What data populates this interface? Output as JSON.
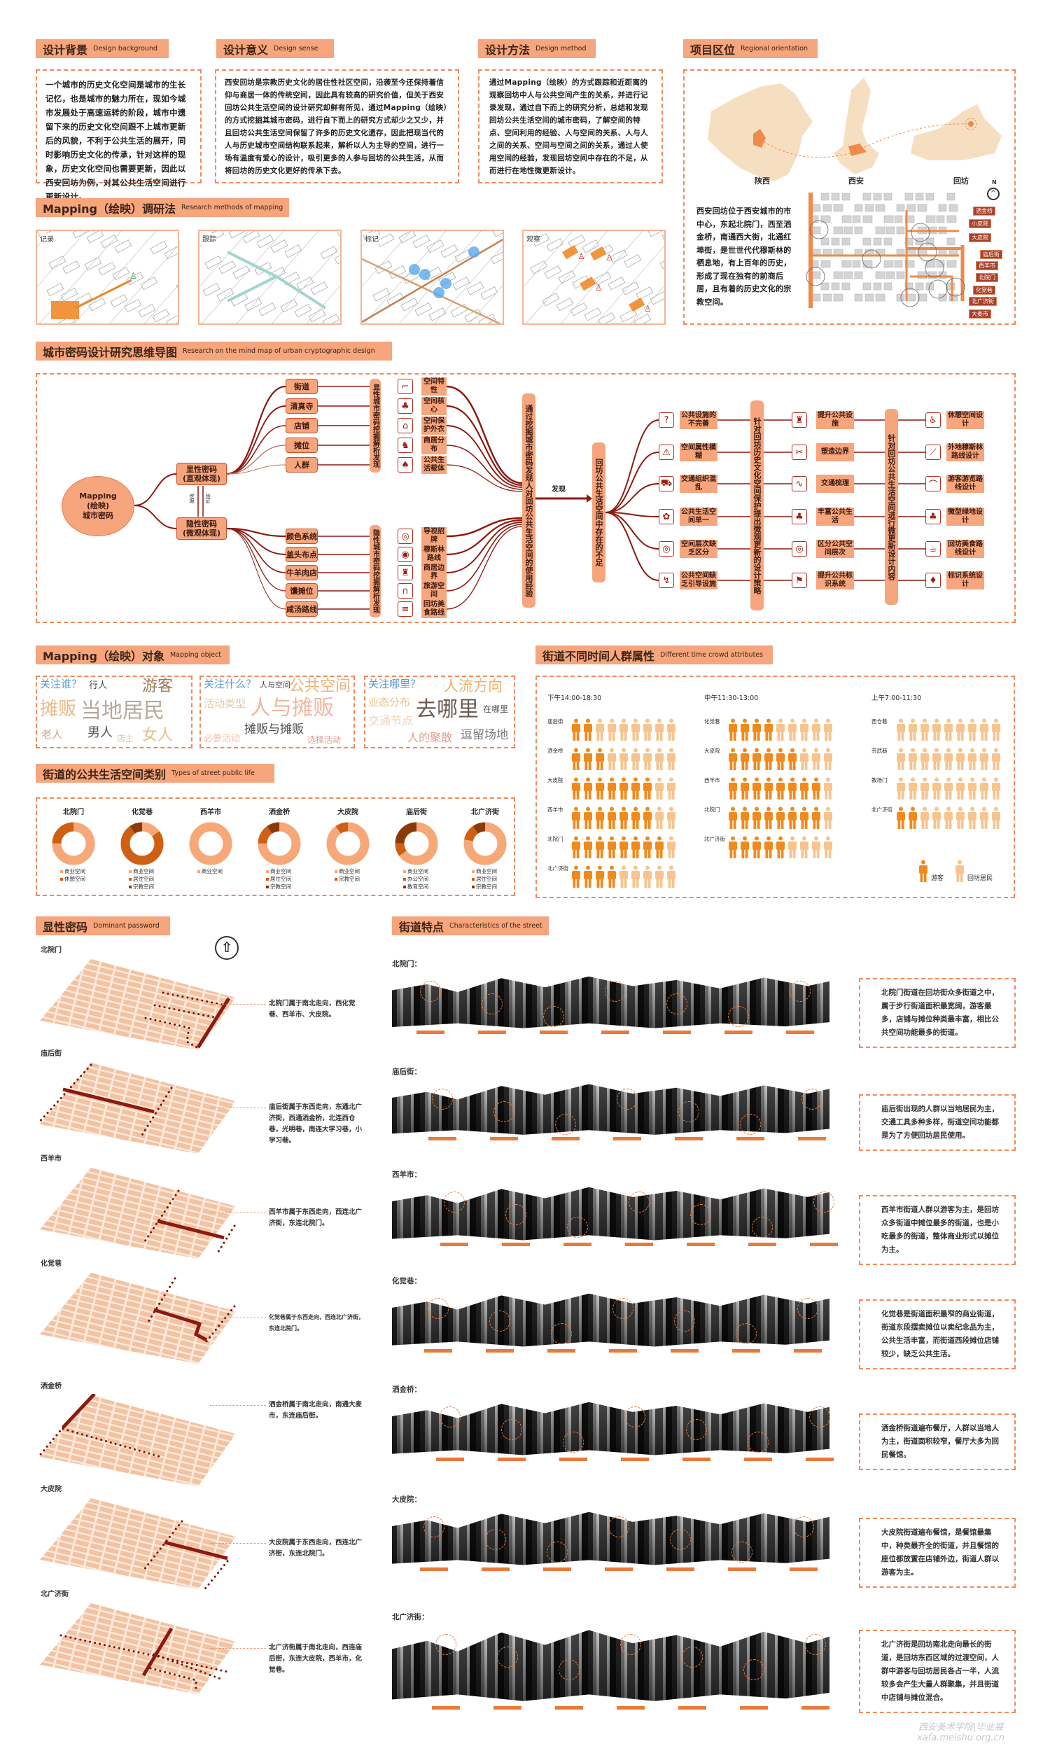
{
  "sections": {
    "background": {
      "title_cn": "设计背景",
      "title_en": "Design background",
      "text": "一个城市的历史文化空间是城市的生长记忆，也是城市的魅力所在，现如今城市发展处于高速运转的阶段，城市中遗留下来的历史文化空间跟不上城市更新后的风貌，不利于公共生活的展开，同时影响历史文化的传承，针对这样的现象，历史文化空间也需要更新，因此以西安回坊为例，对其公共生活空间进行更新设计。"
    },
    "sense": {
      "title_cn": "设计意义",
      "title_en": "Design sense",
      "text": "西安回坊是宗教历史文化的居住性社区空间，沿袭至今还保持着信仰与商居一体的传统空间，因此具有较高的研究价值，但关于西安回坊公共生活空间的设计研究却鲜有所见，通过Mapping（绘映）的方式挖掘其城市密码，进行自下而上的研究方式却少之又少，并且回坊公共生活空间保留了许多的历史文化遗存，因此把现当代的人与历史城市空间结构联系起来，解析以人为主导的空间，进行一场有温度有爱心的设计，吸引更多的人参与回坊的公共生活，从而将回坊的历史文化更好的传承下去。"
    },
    "method": {
      "title_cn": "设计方法",
      "title_en": "Design method",
      "text": "通过Mapping（绘映）的方式跟踪和近距离的观察回坊中人与公共空间产生的关系，并进行记录发现，通过自下而上的研究分析，总结和发现回坊公共生活空间的城市密码，了解空间的特点、空间利用的经验、人与空间的关系、人与人之间的关系、空间与空间之间的关系，通过人使用空间的经验，发现回坊空间中存在的不足，从而进行在地性微更新设计。"
    },
    "region": {
      "title_cn": "项目区位",
      "title_en": "Regional orientation",
      "map_labels": [
        "陕西",
        "西安",
        "回坊"
      ],
      "north": "N",
      "text": "西安回坊位于西安城市的市中心，东起北院门，西至洒金桥，南通西大街，北通红埠街，是世世代代穆斯林的栖息地，有上百年的历史，形成了现在独有的前商后居，且有着的历史文化的宗教空间。",
      "street_tags": [
        "洒金桥",
        "小皮院",
        "大皮院",
        "庙后街",
        "西羊市",
        "北院门",
        "化觉巷",
        "北广济街",
        "大麦市"
      ]
    },
    "mapping_method": {
      "title_cn": "Mapping（绘映）调研法",
      "title_en": "Research methods of mapping",
      "panels": [
        "记录",
        "跟踪",
        "标记",
        "观察"
      ]
    }
  },
  "mindmap": {
    "title_cn": "城市密码设计研究思维导图",
    "title_en": "Research on the mind map of urban cryptographic design",
    "root": [
      "Mapping",
      "(绘映)",
      "城市密码"
    ],
    "explicit": [
      "显性密码",
      "(直观体现)"
    ],
    "implicit": [
      "隐性密码",
      "(微观体现)"
    ],
    "link_labels": [
      "挖掘",
      "验证"
    ],
    "upper_nodes": [
      "街道",
      "清真寺",
      "店铺",
      "摊位",
      "人群"
    ],
    "upper_bar": "显性城市密码挖掘解析发现",
    "upper_labels": [
      "空间特性",
      "空间核心",
      "空间保护外衣",
      "商居分布",
      "公共生活载体"
    ],
    "lower_nodes": [
      "颜色系统",
      "盖头布点",
      "牛羊肉店",
      "馕摊位",
      "咸汤路线"
    ],
    "lower_bar": "隐性城市密码挖掘解析发现",
    "lower_labels": [
      "导视招牌",
      "穆斯林路线",
      "商居边界",
      "旅游空间",
      "回坊美食路线"
    ],
    "experience_bar": "通过挖掘城市密码发现人对回坊公共生活空间的使用经验",
    "arrow_label": "发现",
    "problem_bar": "回坊公共生活空间中存在的不足",
    "problems": [
      "公共设施的不完善",
      "空间属性模糊",
      "交通组织混乱",
      "公共生活空间单一",
      "空间层次缺乏区分",
      "公共空间缺乏引导设施"
    ],
    "strategy_bar": "针对回坊历史文化空间保护提出微观更新的设计策略",
    "strategies": [
      "提升公共设施",
      "塑造边界",
      "交通梳理",
      "丰富公共生活",
      "区分公共空间层次",
      "提升公共标识系统"
    ],
    "content_bar": "针对回坊公共生活空间进行微更新设计内容",
    "contents": [
      "休憩空间设计",
      "外地穆斯林路线设计",
      "游客游览路线设计",
      "微型绿地设计",
      "回坊美食路线设计",
      "标识系统设计"
    ]
  },
  "mapping_object": {
    "title_cn": "Mapping（绘映）对象",
    "title_en": "Mapping object",
    "clouds": [
      {
        "words": [
          "关注谁？",
          "行人",
          "游客",
          "摊贩",
          "当地居民",
          "男人",
          "老人",
          "店主",
          "女人"
        ]
      },
      {
        "words": [
          "关注什么？",
          "人与空间",
          "公共空间",
          "活动类型",
          "人与摊贩",
          "摊贩与摊贩",
          "必要活动",
          "选择活动"
        ]
      },
      {
        "words": [
          "关注哪里？",
          "人流方向",
          "业态分布",
          "去哪里",
          "在哪里",
          "交通节点",
          "人的聚散",
          "逗留场地"
        ]
      }
    ]
  },
  "street_types": {
    "title_cn": "街道的公共生活空间类别",
    "title_en": "Types of street public life",
    "colors": [
      "#f6a878",
      "#cf5f12",
      "#8a3a08"
    ],
    "streets": [
      {
        "name": "北院门",
        "segments": [
          {
            "label": "商业空间",
            "value": 75
          },
          {
            "label": "休憩空间",
            "value": 25
          }
        ]
      },
      {
        "name": "化觉巷",
        "segments": [
          {
            "label": "商业空间",
            "value": 15
          },
          {
            "label": "居住空间",
            "value": 75
          },
          {
            "label": "宗教空间",
            "value": 10
          }
        ]
      },
      {
        "name": "西羊市",
        "segments": [
          {
            "label": "商业空间",
            "value": 100
          }
        ]
      },
      {
        "name": "洒金桥",
        "segments": [
          {
            "label": "商业空间",
            "value": 75
          },
          {
            "label": "居住空间",
            "value": 15
          },
          {
            "label": "宗教空间",
            "value": 10
          }
        ]
      },
      {
        "name": "大皮院",
        "segments": [
          {
            "label": "商业空间",
            "value": 90
          },
          {
            "label": "宗教空间",
            "value": 10
          }
        ]
      },
      {
        "name": "庙后街",
        "segments": [
          {
            "label": "商业空间",
            "value": 65
          },
          {
            "label": "办公空间",
            "value": 10
          },
          {
            "label": "教育空间",
            "value": 25
          }
        ]
      },
      {
        "name": "北广济街",
        "segments": [
          {
            "label": "商业空间",
            "value": 78
          },
          {
            "label": "居住空间",
            "value": 12
          },
          {
            "label": "宗教空间",
            "value": 10
          }
        ]
      }
    ]
  },
  "crowd": {
    "title_cn": "街道不同时间人群属性",
    "title_en": "Different time crowd attributes",
    "total_per_row": 9,
    "colors": {
      "tourist": "#f08a1c",
      "resident": "#f7c48e"
    },
    "legend": {
      "tourist": "游客",
      "resident": "回坊居民"
    },
    "periods": [
      {
        "time": "下午14:00-18:30",
        "rows": [
          {
            "street": "庙后街",
            "tourists": 2
          },
          {
            "street": "洒金桥",
            "tourists": 3
          },
          {
            "street": "大皮院",
            "tourists": 7
          },
          {
            "street": "西羊市",
            "tourists": 7
          },
          {
            "street": "北院门",
            "tourists": 8
          },
          {
            "street": "北广济街",
            "tourists": 4
          }
        ]
      },
      {
        "time": "中午11:30-13:00",
        "rows": [
          {
            "street": "化觉巷",
            "tourists": 4
          },
          {
            "street": "大皮院",
            "tourists": 6
          },
          {
            "street": "西羊市",
            "tourists": 8
          },
          {
            "street": "北院门",
            "tourists": 8
          },
          {
            "street": "北广济街",
            "tourists": 5
          }
        ]
      },
      {
        "time": "上午7:00-11:30",
        "rows": [
          {
            "street": "西仓巷",
            "tourists": 0
          },
          {
            "street": "劳武巷",
            "tourists": 0
          },
          {
            "street": "教场门",
            "tourists": 0
          },
          {
            "street": "北广济街",
            "tourists": 2
          }
        ]
      }
    ]
  },
  "dominant": {
    "title_cn": "显性密码",
    "title_en": "Dominant password",
    "streets": [
      {
        "name": "北院门",
        "text": "北院门属于南北走向，西化觉巷、西羊市、大皮院。"
      },
      {
        "name": "庙后街",
        "text": "庙后街属于东西走向，东通北广济街，西通洒金桥，北连西仓巷，光明巷，南连大学习巷，小学习巷。"
      },
      {
        "name": "西羊市",
        "text": "西羊市属于东西走向，西连北广济街，东连北院门。"
      },
      {
        "name": "化觉巷",
        "text": "化觉巷属于东西走向，西连北广济街，东连北院门。"
      },
      {
        "name": "洒金桥",
        "text": "洒金桥属于南北走向，南通大麦市，东连庙后街。"
      },
      {
        "name": "大皮院",
        "text": "大皮院属于东西走向，西连北广济街，东连北院门。"
      },
      {
        "name": "北广济街",
        "text": "北广济街属于南北走向，西连庙后街，东连大皮院，西羊市，化觉巷。"
      }
    ]
  },
  "street_features": {
    "title_cn": "街道特点",
    "title_en": "Characteristics of the street",
    "streets": [
      {
        "name": "北院门：",
        "text": "北院门街道在回坊街众多街道之中，属于步行街道面积最宽阔，游客最多，店铺与摊位种类最丰富，相比公共空间功能最多的街道。"
      },
      {
        "name": "庙后街：",
        "text": "庙后街出现的人群以当地居民为主，交通工具多种多样，街道空间功能都是为了方便回坊居民使用。"
      },
      {
        "name": "西羊市：",
        "text": "西羊市街道人群以游客为主，是回坊众多街道中摊位最多的街道，也是小吃最多的街道，整体商业形式以摊位为主。"
      },
      {
        "name": "化觉巷：",
        "text": "化觉巷是街道面积最窄的商业街道，街道东段摆卖摊位以卖纪念品为主，公共生活丰富，而街道西段摊位店铺较少，缺乏公共生活。"
      },
      {
        "name": "洒金桥：",
        "text": "洒金桥街道遍布餐厅，人群以当地人为主，街道面积较窄，餐厅大多为回民餐馆。"
      },
      {
        "name": "大皮院：",
        "text": "大皮院街道遍布餐馆，是餐馆最集中，种类最齐全的街道，并且餐馆的座位都放置在店铺外边，街道人群以游客为主。"
      },
      {
        "name": "北广济街：",
        "text": "北广济街是回坊南北走向最长的街道，是回坊东西区域的过渡空间，人群中游客与回坊居民各占一半，人流较多会产生大量人群聚集，并且街道中店铺与摊位混合。"
      }
    ]
  },
  "watermark": [
    "西安美术学院|毕业展",
    "xafa.meishu.org.cn"
  ]
}
